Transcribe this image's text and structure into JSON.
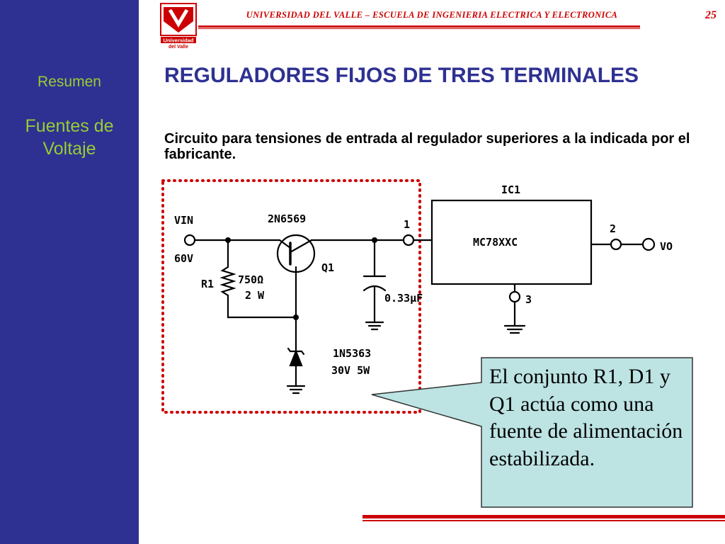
{
  "header": {
    "university": "UNIVERSIDAD DEL VALLE – ESCUELA DE INGENIERIA ELECTRICA Y ELECTRONICA",
    "page_number": "25",
    "logo_text_1": "Universidad",
    "logo_text_2": "del Valle"
  },
  "sidebar": {
    "items": [
      {
        "label": "Resumen"
      },
      {
        "label": "Fuentes de Voltaje"
      }
    ]
  },
  "slide": {
    "title": "REGULADORES FIJOS DE TRES TERMINALES",
    "subtitle": "Circuito para tensiones de entrada al regulador superiores a la indicada por el fabricante.",
    "callout": "El conjunto R1, D1 y Q1 actúa como una fuente de alimentación estabilizada."
  },
  "circuit": {
    "vin_label": "VIN",
    "vin_value": "60V",
    "transistor_part": "2N6569",
    "transistor_ref": "Q1",
    "resistor_ref": "R1",
    "resistor_value": "750Ω",
    "resistor_power": "2 W",
    "capacitor_value": "0.33μF",
    "zener_part": "1N5363",
    "zener_rating": "30V  5W",
    "ic_ref": "IC1",
    "ic_part": "MC78XXC",
    "pin1": "1",
    "pin2": "2",
    "pin3": "3",
    "vout_label": "VO"
  },
  "colors": {
    "sidebar_bg": "#2e3192",
    "sidebar_text": "#99cc33",
    "accent_red": "#cc0000",
    "title_blue": "#2e3192",
    "callout_bg": "#bde3e3"
  }
}
